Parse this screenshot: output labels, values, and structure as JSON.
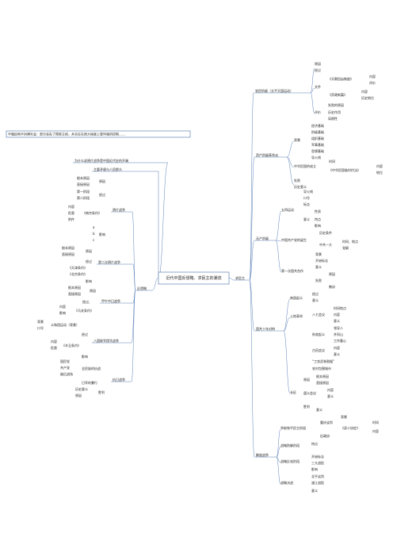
{
  "center": {
    "label": "近代中国反侵略、求民主的潮流"
  },
  "top_note": "半殖民地半封建社会：部分丧失了国家主权，并且在在很大程度上受列强的控制……",
  "left": {
    "why": "为什么说鸦片战争是中国近代史的开端",
    "crisis": "主要矛盾与人民群众",
    "resist_label": "反侵略",
    "opium1": {
      "label": "鸦片战争",
      "items": [
        "根本原因",
        "直接原因",
        "原因",
        "第一阶段",
        "第二阶段",
        "经过",
        "内容",
        "危害",
        "附件",
        "《南京条约》",
        "影响",
        "a",
        "b",
        "c"
      ]
    },
    "opium2": {
      "label": "第二次鸦片战争",
      "items": [
        "根本原因",
        "直接原因",
        "原因",
        "经过",
        "《天津条约》",
        "《北京条约》",
        "影响"
      ]
    },
    "sino_french": {
      "label": "甲午中日战争",
      "items": [
        "根本原因",
        "直接原因",
        "原因",
        "经过、",
        "《马关条约》",
        "内容",
        "影响"
      ]
    },
    "eight_nation": {
      "label": "八国联军侵华战争",
      "items": [
        "义和团运动（背景）",
        "背景",
        "口号",
        "经过",
        "《辛丑条约》",
        "内容",
        "危害",
        "影响"
      ]
    },
    "anti_japan": {
      "label": "抗日战争",
      "items": [
        "国民党",
        "共产党",
        "敌后战场",
        "全民族的抗战",
        "日军的暴行",
        "历史意义",
        "原因",
        "胜利"
      ]
    }
  },
  "right": {
    "revolution_label": "求民主",
    "peasant": {
      "label": "农民阶级（太平天国运动）",
      "items": [
        "原因",
        "经过",
        "文件",
        "《天朝田亩制度》",
        "内容",
        "评价",
        "《资政新篇》",
        "内容",
        "历史地位",
        "失败的原因",
        "历史作用",
        "评价",
        "局限性"
      ]
    },
    "bourgeois": {
      "label": "资产阶级革命派",
      "items": [
        "背景",
        "经济基础",
        "阶级基础",
        "组织基础",
        "军事基础",
        "思想基础",
        "导火线",
        "中华民国的成立",
        "时间",
        "《中华民国临时约法》",
        "内容",
        "地位",
        "失败",
        "历史意义"
      ]
    },
    "proletariat": {
      "label": "无产阶级",
      "items": [
        "五四运动",
        "导火线",
        "口号",
        "标志",
        "性质",
        "意义",
        "特点",
        "影响",
        "中国共产党的诞生",
        "历史条件",
        "中共一大",
        "时间、地点",
        "党纲",
        "第一次国共合作",
        "背景",
        "开始标志",
        "意义",
        "失败",
        "原因",
        "教训"
      ]
    },
    "ten_years": {
      "label": "国共十年对峙",
      "items": [
        "南昌起义",
        "经过",
        "意义",
        "土地革命",
        "八七会议",
        "时间地点",
        "内容",
        "意义",
        "秋收起义",
        "领导人",
        "井冈山",
        "工作重心",
        "古田会议",
        "内容",
        "意义",
        "“工农武装割据”",
        "农村包围城市",
        "长征",
        "原因",
        "遵义会议",
        "内容",
        "意义",
        "直接原因",
        "根本原因",
        "胜利",
        "意义"
      ]
    },
    "liberation": {
      "label": "解放战争",
      "items": [
        "争取和平民主阶段",
        "重庆谈判",
        "背景",
        "《双十协定》",
        "时间",
        "内容",
        "旧政协",
        "战略防御阶段",
        "特点",
        "战略反攻阶段",
        "开始标志",
        "三大战役",
        "战略决战",
        "影响",
        "北平谈判",
        "渡江战役",
        "意义"
      ]
    }
  }
}
